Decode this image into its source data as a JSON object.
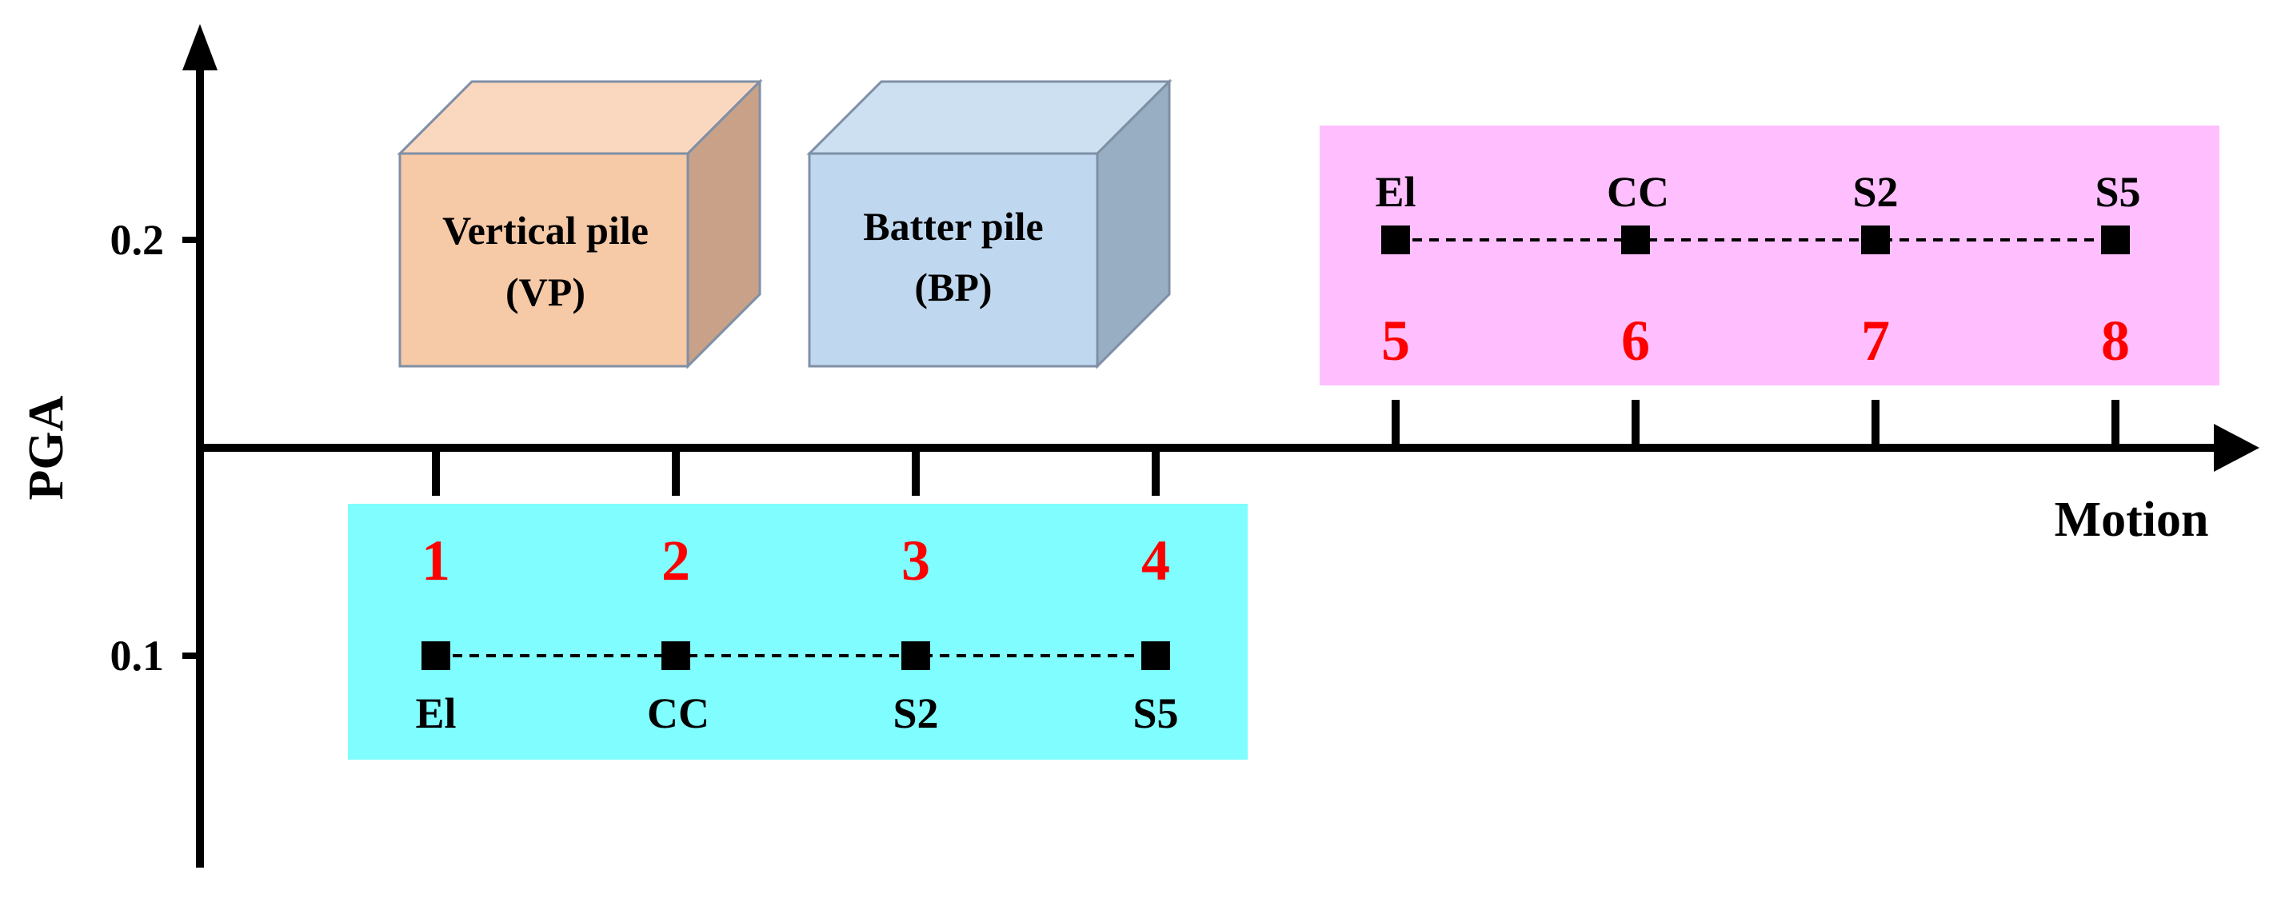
{
  "axes": {
    "y_label": "PGA",
    "x_label": "Motion",
    "y_ticks": [
      "0.2",
      "0.1"
    ]
  },
  "legend_boxes": [
    {
      "line1": "Vertical pile",
      "line2": "(VP)",
      "front_color": "#f6c9a7",
      "side_color": "#c8a188",
      "top_color": "#f9d8bf"
    },
    {
      "line1": "Batter pile",
      "line2": "(BP)",
      "front_color": "#c0d8ef",
      "side_color": "#98aec3",
      "top_color": "#cde0f2"
    }
  ],
  "groups": [
    {
      "pga": "0.1",
      "bg_color": "#80fdfe",
      "cases": [
        {
          "number": "1",
          "motion": "El"
        },
        {
          "number": "2",
          "motion": "CC"
        },
        {
          "number": "3",
          "motion": "S2"
        },
        {
          "number": "4",
          "motion": "S5"
        }
      ]
    },
    {
      "pga": "0.2",
      "bg_color": "#ffbffe",
      "cases": [
        {
          "number": "5",
          "motion": "El"
        },
        {
          "number": "6",
          "motion": "CC"
        },
        {
          "number": "7",
          "motion": "S2"
        },
        {
          "number": "8",
          "motion": "S5"
        }
      ]
    }
  ],
  "colors": {
    "case_number": "#fe0000",
    "axis": "#000000"
  }
}
